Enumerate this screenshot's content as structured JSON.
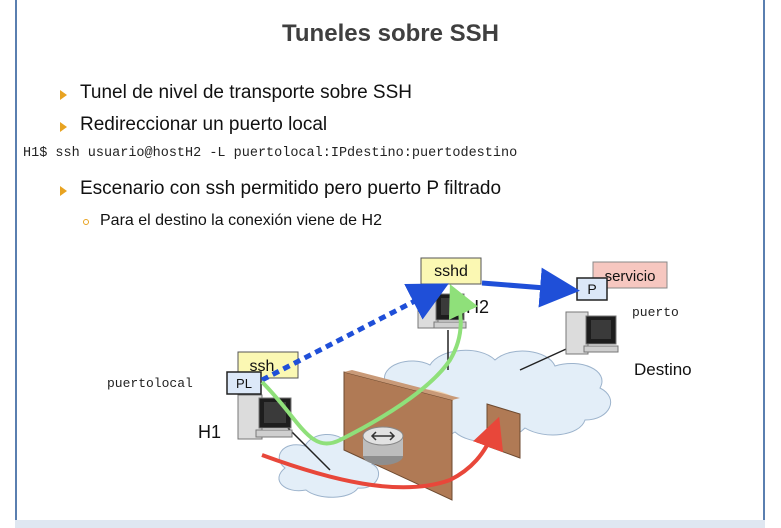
{
  "slide": {
    "title": "Tuneles sobre SSH",
    "bullets": [
      "Tunel de nivel de transporte sobre SSH",
      "Redireccionar un puerto local",
      "Escenario con ssh permitido pero puerto P filtrado"
    ],
    "command": "H1$ ssh usuario@hostH2 -L puertolocal:IPdestino:puertodestino",
    "sub_bullet": "Para el destino la conexión viene de H2"
  },
  "diagram": {
    "sshd_label": "sshd",
    "h2_label": "H2",
    "servicio_label": "servicio",
    "p_label": "P",
    "puerto_label": "puerto",
    "destino_label": "Destino",
    "ssh_label": "ssh",
    "pl_label": "PL",
    "puertolocal_label": "puertolocal",
    "h1_label": "H1"
  },
  "colors": {
    "bullet_marker": "#e8a321",
    "title_text": "#3f3f3f",
    "tunnel_dotted": "#1f4fd8",
    "forward_arrow": "#1f4fd8",
    "green_path": "#8fe07a",
    "red_path": "#e8473a",
    "label_box": "#fbf8b3",
    "servicio_box": "#f6c7c0",
    "firewall": "#b07a55"
  },
  "icons": [
    "bullet-triangle-icon",
    "computer-icon",
    "router-icon",
    "cloud-icon",
    "firewall-wall-icon"
  ]
}
